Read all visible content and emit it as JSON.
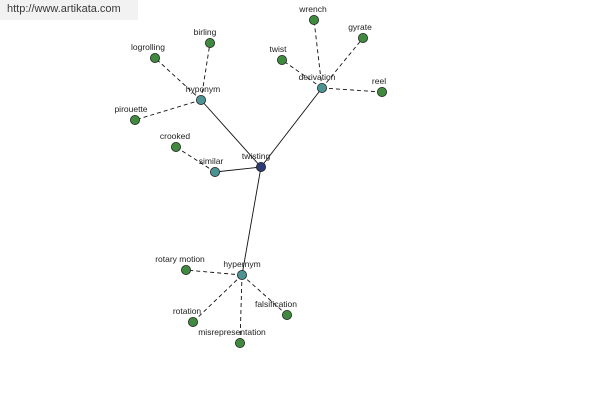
{
  "source_url": "http://www.artikata.com",
  "colors": {
    "root": "#2c3b73",
    "relation": "#4d9393",
    "leaf": "#3f8a3f",
    "outline": "#222222",
    "edge": "#111111"
  },
  "graph": {
    "nodes": [
      {
        "id": "twisting",
        "label": "twisting",
        "kind": "root"
      },
      {
        "id": "hyponym",
        "label": "hyponym",
        "kind": "relation"
      },
      {
        "id": "derivation",
        "label": "derivation",
        "kind": "relation"
      },
      {
        "id": "similar",
        "label": "similar",
        "kind": "relation"
      },
      {
        "id": "hypernym",
        "label": "hypernym",
        "kind": "relation"
      },
      {
        "id": "logrolling",
        "label": "logrolling",
        "kind": "leaf"
      },
      {
        "id": "birling",
        "label": "birling",
        "kind": "leaf"
      },
      {
        "id": "pirouette",
        "label": "pirouette",
        "kind": "leaf"
      },
      {
        "id": "wrench",
        "label": "wrench",
        "kind": "leaf"
      },
      {
        "id": "gyrate",
        "label": "gyrate",
        "kind": "leaf"
      },
      {
        "id": "twist",
        "label": "twist",
        "kind": "leaf"
      },
      {
        "id": "reel",
        "label": "reel",
        "kind": "leaf"
      },
      {
        "id": "crooked",
        "label": "crooked",
        "kind": "leaf"
      },
      {
        "id": "rotary-motion",
        "label": "rotary motion",
        "kind": "leaf"
      },
      {
        "id": "falsification",
        "label": "falsification",
        "kind": "leaf"
      },
      {
        "id": "rotation",
        "label": "rotation",
        "kind": "leaf"
      },
      {
        "id": "misrepresentation",
        "label": "misrepresentation",
        "kind": "leaf"
      }
    ],
    "edges": [
      {
        "from": "twisting",
        "to": "hyponym",
        "style": "solid"
      },
      {
        "from": "twisting",
        "to": "derivation",
        "style": "solid"
      },
      {
        "from": "twisting",
        "to": "similar",
        "style": "solid"
      },
      {
        "from": "twisting",
        "to": "hypernym",
        "style": "solid"
      },
      {
        "from": "hyponym",
        "to": "logrolling",
        "style": "dashed"
      },
      {
        "from": "hyponym",
        "to": "birling",
        "style": "dashed"
      },
      {
        "from": "hyponym",
        "to": "pirouette",
        "style": "dashed"
      },
      {
        "from": "derivation",
        "to": "wrench",
        "style": "dashed"
      },
      {
        "from": "derivation",
        "to": "gyrate",
        "style": "dashed"
      },
      {
        "from": "derivation",
        "to": "twist",
        "style": "dashed"
      },
      {
        "from": "derivation",
        "to": "reel",
        "style": "dashed"
      },
      {
        "from": "similar",
        "to": "crooked",
        "style": "dashed"
      },
      {
        "from": "hypernym",
        "to": "rotary-motion",
        "style": "dashed"
      },
      {
        "from": "hypernym",
        "to": "falsification",
        "style": "dashed"
      },
      {
        "from": "hypernym",
        "to": "rotation",
        "style": "dashed"
      },
      {
        "from": "hypernym",
        "to": "misrepresentation",
        "style": "dashed"
      }
    ]
  }
}
